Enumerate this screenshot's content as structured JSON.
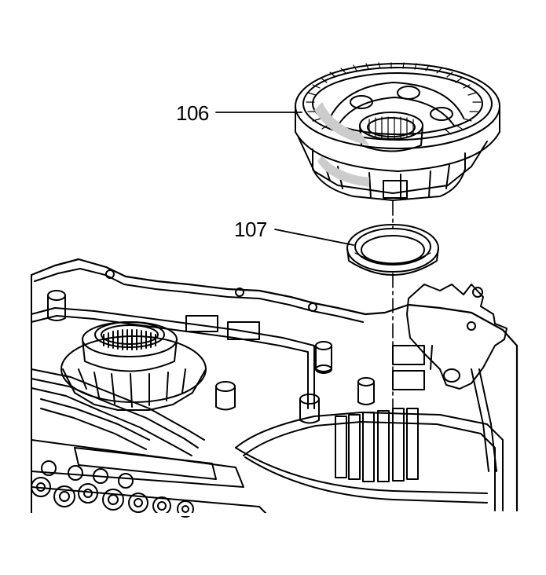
{
  "callouts": [
    {
      "id": "106",
      "label": "106"
    },
    {
      "id": "107",
      "label": "107"
    }
  ],
  "colors": {
    "line": "#000000",
    "background": "#ffffff",
    "shade": "#cccccc"
  }
}
